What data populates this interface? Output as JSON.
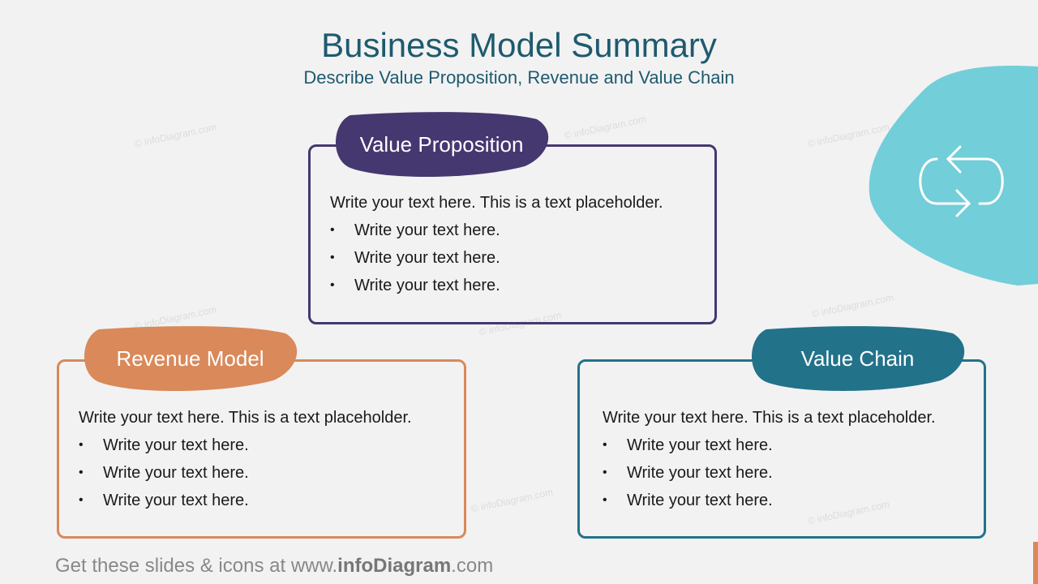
{
  "header": {
    "title": "Business Model Summary",
    "subtitle": "Describe Value Proposition, Revenue and Value Chain"
  },
  "watermark": "© infoDiagram.com",
  "cards": [
    {
      "title": "Value Proposition",
      "intro": "Write your text here. This is a text placeholder.",
      "bullets": [
        "Write your text here.",
        "Write your text here.",
        "Write your text here."
      ],
      "color": "#453870"
    },
    {
      "title": "Revenue Model",
      "intro": "Write your text here. This is a text placeholder.",
      "bullets": [
        "Write your text here.",
        "Write your text here.",
        "Write your text here."
      ],
      "color": "#d9895a"
    },
    {
      "title": "Value Chain",
      "intro": "Write your text here. This is a text placeholder.",
      "bullets": [
        "Write your text here.",
        "Write your text here.",
        "Write your text here."
      ],
      "color": "#22728a"
    }
  ],
  "decor": {
    "icon": "exchange-arrows-icon",
    "blob_color": "#72ced9"
  },
  "footer": {
    "prefix": "Get these slides & icons at www.",
    "brand": "infoDiagram",
    "suffix": ".com"
  }
}
